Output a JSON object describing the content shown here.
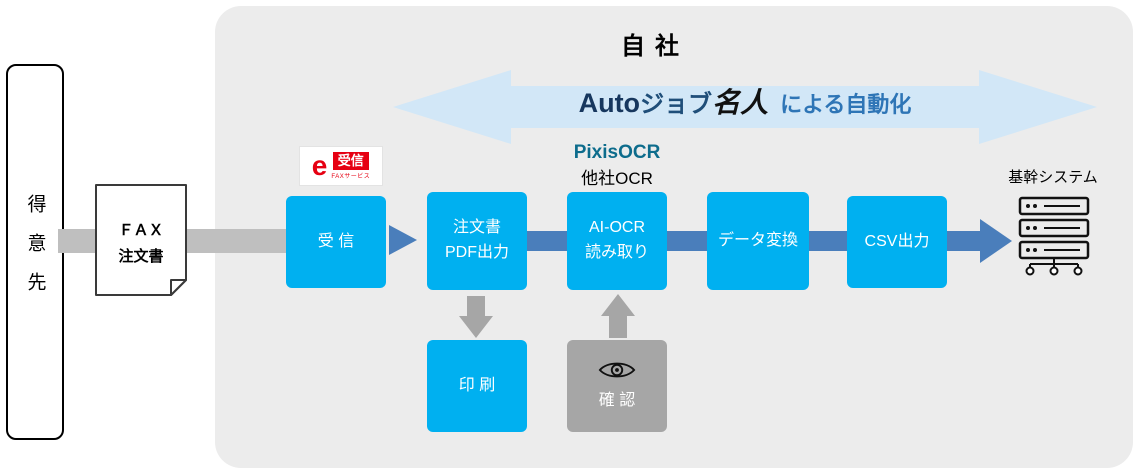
{
  "left_side": {
    "customer": "得意先",
    "fax_doc": {
      "line1": "ＦＡＸ",
      "line2": "注文書"
    }
  },
  "company": {
    "title": "自社",
    "banner": {
      "auto": "Auto",
      "job": "ジョブ",
      "meijin": "名人",
      "suffix": "による自動化"
    },
    "e_logo": {
      "e": "e",
      "label": "受信",
      "sub": "FAXサービス"
    },
    "ocr_labels": {
      "pixis": "PixisOCR",
      "other": "他社OCR"
    },
    "steps": [
      {
        "lines": [
          "受 信"
        ]
      },
      {
        "lines": [
          "注文書",
          "PDF出力"
        ]
      },
      {
        "lines": [
          "AI-OCR",
          "読み取り"
        ]
      },
      {
        "lines": [
          "データ変換"
        ]
      },
      {
        "lines": [
          "CSV出力"
        ]
      }
    ],
    "print_label": "印 刷",
    "confirm_label": "確 認",
    "core_system": "基幹システム"
  },
  "colors": {
    "cyan_box": "#00b0f0",
    "gray_box": "#a6a6a6",
    "flow_arrow_blue": "#4a7ebb",
    "banner_fill": "#d2e7f7",
    "banner_navy": "#17375e",
    "banner_blue": "#2e75b6",
    "pixis_teal": "#0d6c8c",
    "logo_red": "#e60012",
    "feed_gray": "#bfbfbf",
    "container_bg": "#ececec"
  }
}
